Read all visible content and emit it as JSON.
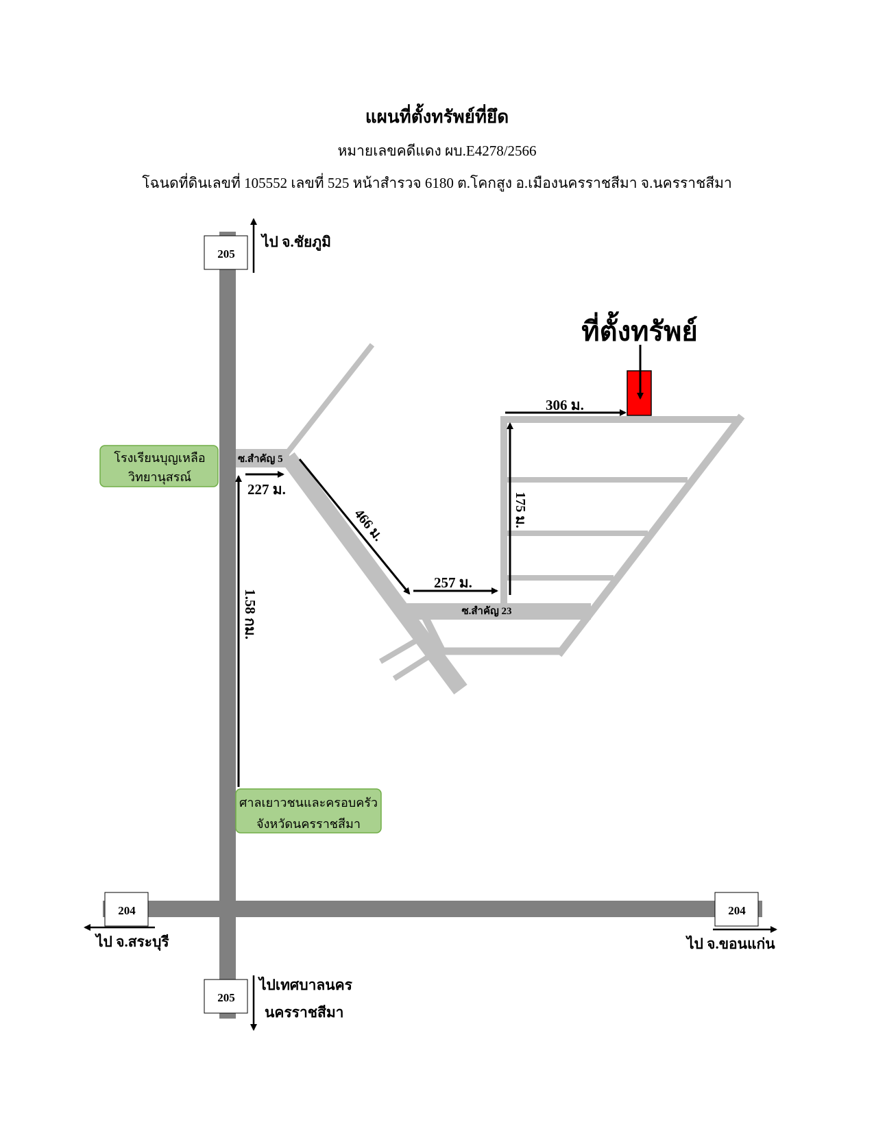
{
  "header": {
    "title": "แผนที่ตั้งทรัพย์ที่ยึด",
    "case_number": "หมายเลขคดีแดง ผบ.E4278/2566",
    "deed": "โฉนดที่ดินเลขที่ 105552 เลขที่ 525 หน้าสำรวจ 6180 ต.โคกสูง อ.เมืองนครราชสีมา จ.นครราชสีมา"
  },
  "map": {
    "roads": {
      "highway_205": "205",
      "highway_204": "204",
      "soi_5": "ซ.สำคัญ 5",
      "soi_23": "ซ.สำคัญ 23"
    },
    "directions": {
      "to_chaiyaphum": "ไป จ.ชัยภูมิ",
      "to_saraburi": "ไป จ.สระบุรี",
      "to_khonkaen": "ไป จ.ขอนแก่น",
      "to_municipality_line1": "ไปเทศบาลนคร",
      "to_municipality_line2": "นครราชสีมา"
    },
    "landmarks": {
      "school_line1": "โรงเรียนบุญเหลือ",
      "school_line2": "วิทยานุสรณ์",
      "court_line1": "ศาลเยาวชนและครอบครัว",
      "court_line2": "จังหวัดนครราชสีมา"
    },
    "distances": {
      "d1": "1.58 กม.",
      "d2": "227 ม.",
      "d3": "466 ม.",
      "d4": "257 ม.",
      "d5": "175 ม.",
      "d6": "306 ม."
    },
    "property_label": "ที่ตั้งทรัพย์",
    "colors": {
      "highway": "#808080",
      "soi": "#c0c0c0",
      "landmark_fill": "#a9d18e",
      "landmark_border": "#70ad47",
      "property": "#ff0000"
    }
  }
}
